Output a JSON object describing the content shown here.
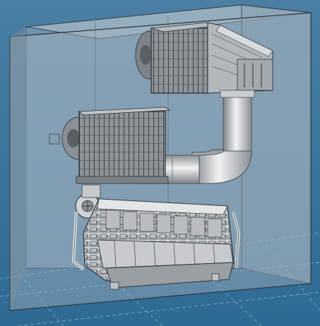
{
  "viewport": {
    "background_top": "#4a7fa3",
    "background_bottom": "#2e6a93",
    "grid_color": "#8fc3e4",
    "enclosure_fill": "#a8b4bd",
    "enclosure_edge": "#3b4148",
    "metal_light": "#e6e8ea",
    "metal_mid": "#a9aeb2",
    "metal_dark": "#5b5f63"
  },
  "scene": {
    "objects": [
      {
        "id": "enclosure-box",
        "icon": "transparent-box"
      },
      {
        "id": "upper-module",
        "icon": "radiator-module"
      },
      {
        "id": "lower-module",
        "icon": "radiator-module"
      },
      {
        "id": "exhaust-duct",
        "icon": "bent-pipe"
      },
      {
        "id": "engine-block",
        "icon": "diesel-engine"
      }
    ]
  }
}
